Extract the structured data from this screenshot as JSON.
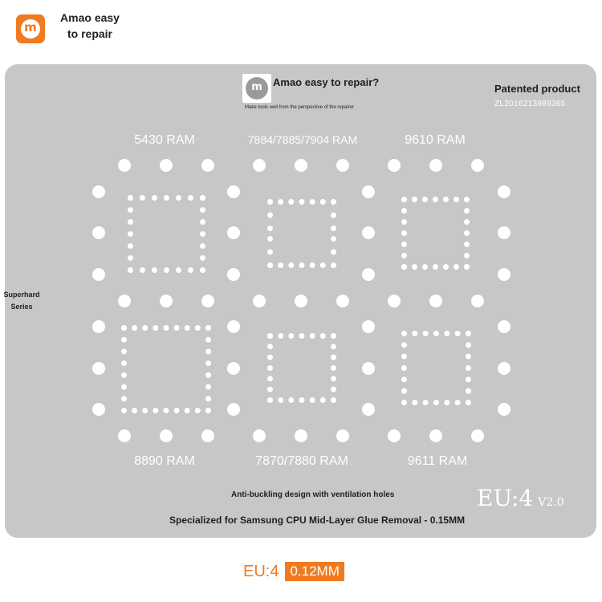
{
  "brand": {
    "logo_glyph": "m",
    "name": "Amao easy to repair"
  },
  "stencil": {
    "logo_glyph": "m",
    "tagline": "Amao easy to repair?",
    "subtagline": "Make tools well from the perspective of the repairer",
    "patent_label": "Patented product",
    "patent_number": "ZL2016213989365",
    "series_label": "Superhard Series",
    "ram_labels": [
      "5430 RAM",
      "7884/7885/7904 RAM",
      "9610 RAM",
      "8890 RAM",
      "7870/7880 RAM",
      "9611 RAM"
    ],
    "notice": "Anti-buckling design with ventilation holes",
    "specialization": "Specialized for Samsung CPU Mid-Layer Glue Removal - 0.15MM",
    "model_mark": "EU:4",
    "version": "V2.0"
  },
  "footer": {
    "model": "EU:4",
    "thickness": "0.12MM"
  },
  "colors": {
    "accent": "#f07a20",
    "plate": "#c7c7c7",
    "holes": "#ffffff"
  }
}
